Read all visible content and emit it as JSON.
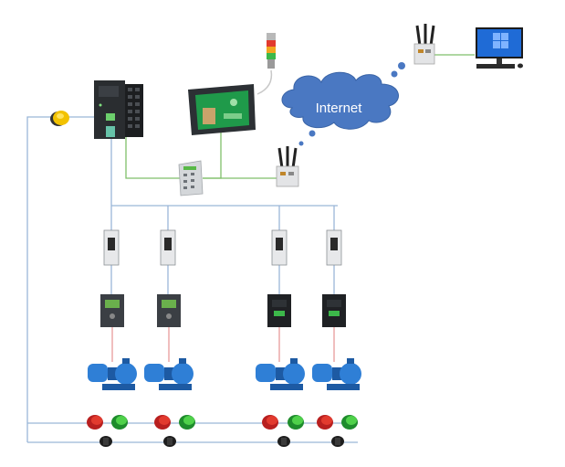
{
  "diagram": {
    "cloud_label": "Internet",
    "colors": {
      "bus_line": "#9ab6d8",
      "network_line": "#7fbf6a",
      "motor_line": "#e89a9a",
      "cloud_fill": "#4a78c2",
      "pump_blue": "#2f7fd6",
      "pump_dark": "#1d5aa3"
    },
    "components": [
      {
        "name": "plc-controller",
        "kind": "plc"
      },
      {
        "name": "hmi-panel",
        "kind": "hmi"
      },
      {
        "name": "signal-tower-light",
        "kind": "stack-light"
      },
      {
        "name": "ethernet-switch",
        "kind": "switch"
      },
      {
        "name": "local-4g-router",
        "kind": "router"
      },
      {
        "name": "remote-4g-router",
        "kind": "router"
      },
      {
        "name": "remote-workstation-pc",
        "kind": "computer"
      },
      {
        "name": "yellow-indicator-light",
        "kind": "pilot-light"
      }
    ],
    "pump_groups": [
      {
        "id": 1,
        "drive": "light"
      },
      {
        "id": 2,
        "drive": "light"
      },
      {
        "id": 3,
        "drive": "dark"
      },
      {
        "id": 4,
        "drive": "dark"
      }
    ]
  }
}
